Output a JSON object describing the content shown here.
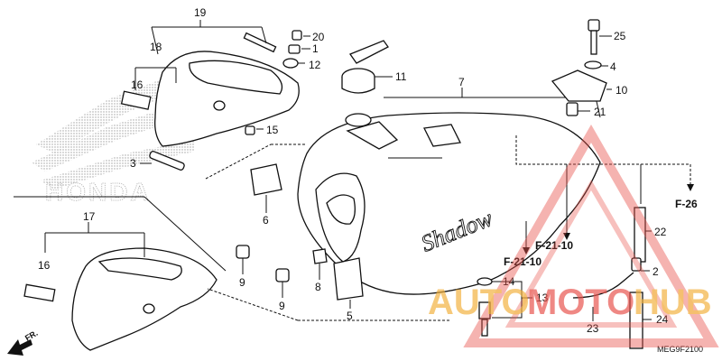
{
  "diagram": {
    "callouts": {
      "c1": "1",
      "c2": "2",
      "c3": "3",
      "c4": "4",
      "c5": "5",
      "c6": "6",
      "c7": "7",
      "c8": "8",
      "c9a": "9",
      "c9b": "9",
      "c10": "10",
      "c11": "11",
      "c12": "12",
      "c13": "13",
      "c14": "14",
      "c15": "15",
      "c16a": "16",
      "c16b": "16",
      "c17": "17",
      "c18": "18",
      "c19": "19",
      "c20": "20",
      "c21": "21",
      "c22": "22",
      "c23": "23",
      "c24": "24",
      "c25": "25"
    },
    "refs": {
      "f26": "F-26",
      "f2110a": "F-21-10",
      "f2110b": "F-21-10"
    },
    "fr_arrow": "FR.",
    "diagram_code": "MEG9F2100",
    "brand_logo_text": "HONDA",
    "tank_script": "Shadow"
  },
  "watermark": {
    "word_part1": "AUTO",
    "word_part2": "MOTO",
    "word_part3": "HUB",
    "color_orange": "#f3b13c",
    "color_red": "#e8524a"
  }
}
